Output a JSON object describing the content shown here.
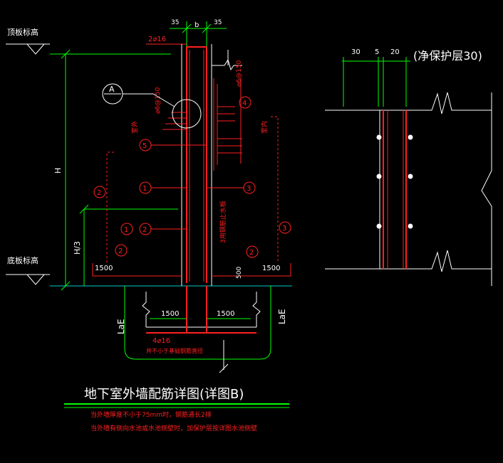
{
  "colors": {
    "background": "#000000",
    "white": "#ffffff",
    "red": "#ff2020",
    "green": "#00ff00",
    "yellow": "#ffff00",
    "cyan": "#00c8c8",
    "magenta": "#ff00ff"
  },
  "labels": {
    "roof_level": "顶板标高",
    "floor_level": "底板标高",
    "height": "H",
    "h3": "H/3",
    "b": "b",
    "dim_35_left": "35",
    "dim_35_right": "35",
    "top_bars": "2⌀16",
    "spacing_bar": "⌀6@150",
    "spacing_bar2": "⌀6@150",
    "outer_side": "室外",
    "inner_side": "室内",
    "detail_mark": "A",
    "bottom_bars": "4⌀16",
    "anchor_note": "并不小于基础钢筋直径",
    "waterproof_note": "3用钢筋止水板",
    "dim_1500_a": "1500",
    "dim_1500_b": "1500",
    "dim_1500_c": "1500",
    "dim_1500_d": "1500",
    "dim_500": "500",
    "lae_left": "LaE",
    "lae_right": "LaE",
    "detail_dims": [
      "30",
      "5",
      "20"
    ],
    "cover_note": "(净保护层30)",
    "title": "地下室外墙配筋详图(详图B)",
    "note_1": "当外墙厚度不小于75mm时，钢筋通长2排",
    "note_2": "当外墙有侧向水池或水池侧壁时，加保护层按详图水池侧壁"
  },
  "circle_tags": [
    "1",
    "2",
    "3",
    "4",
    "5",
    "1",
    "2",
    "3",
    "2",
    "2"
  ]
}
